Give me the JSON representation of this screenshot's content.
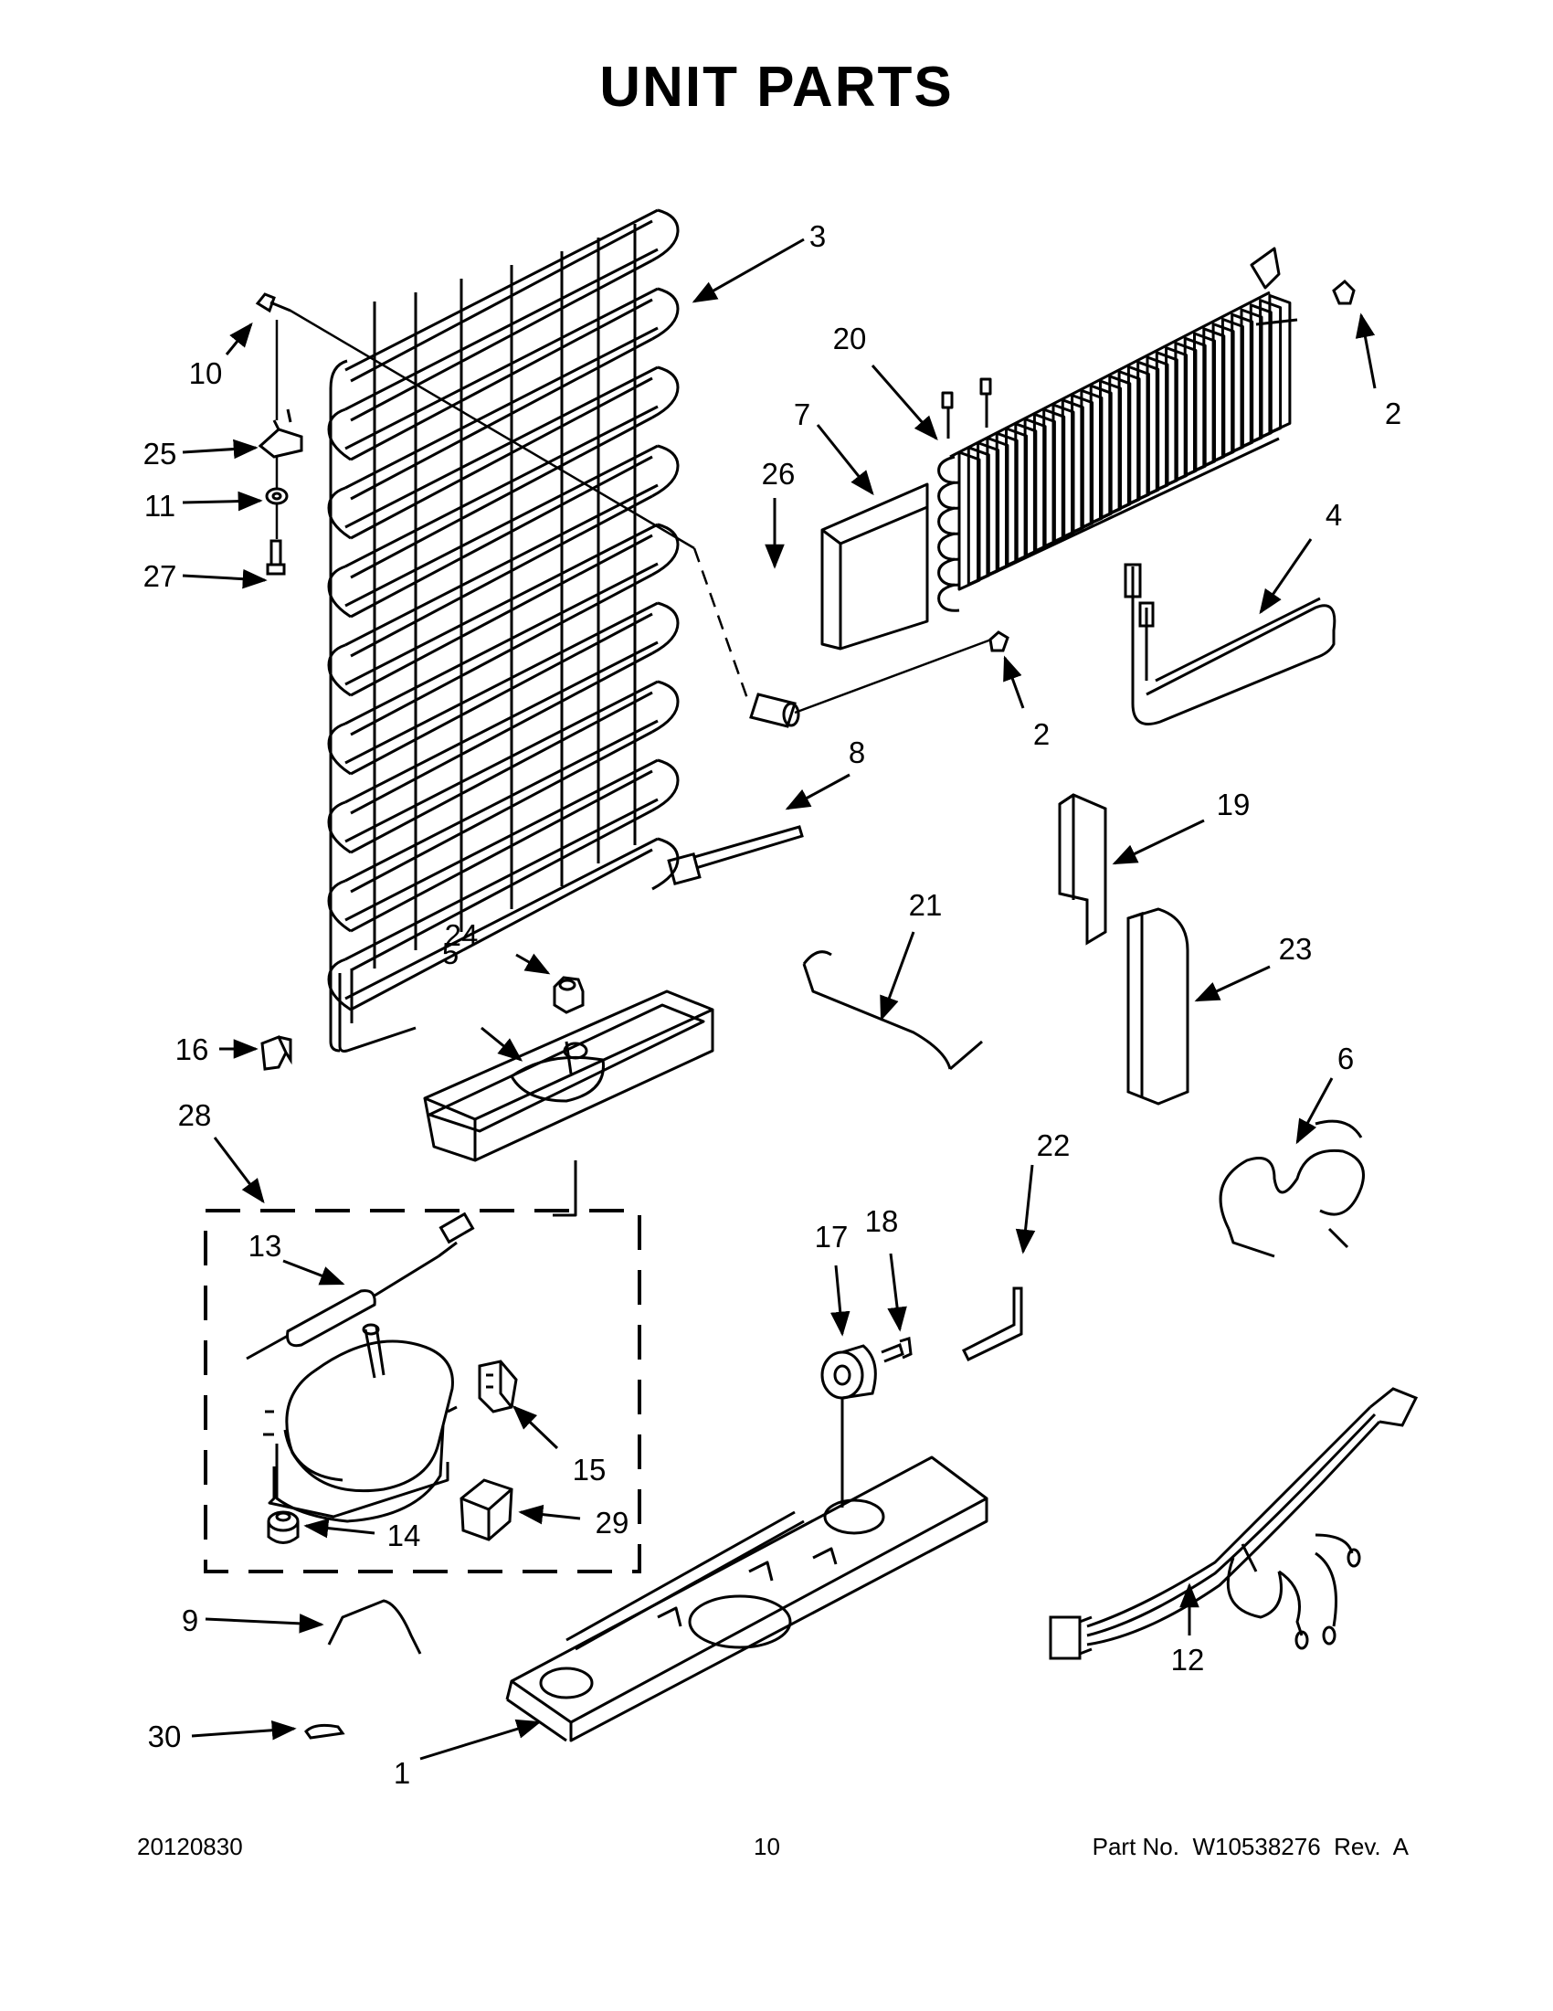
{
  "title": "UNIT PARTS",
  "callouts": [
    "1",
    "2",
    "2",
    "3",
    "4",
    "5",
    "6",
    "7",
    "8",
    "9",
    "10",
    "11",
    "12",
    "13",
    "14",
    "15",
    "16",
    "17",
    "18",
    "19",
    "20",
    "21",
    "22",
    "23",
    "24",
    "25",
    "26",
    "27",
    "28",
    "29",
    "30"
  ],
  "footer": {
    "date": "20120830",
    "page": "10",
    "part_number": "Part No.  W10538276  Rev.  A"
  }
}
